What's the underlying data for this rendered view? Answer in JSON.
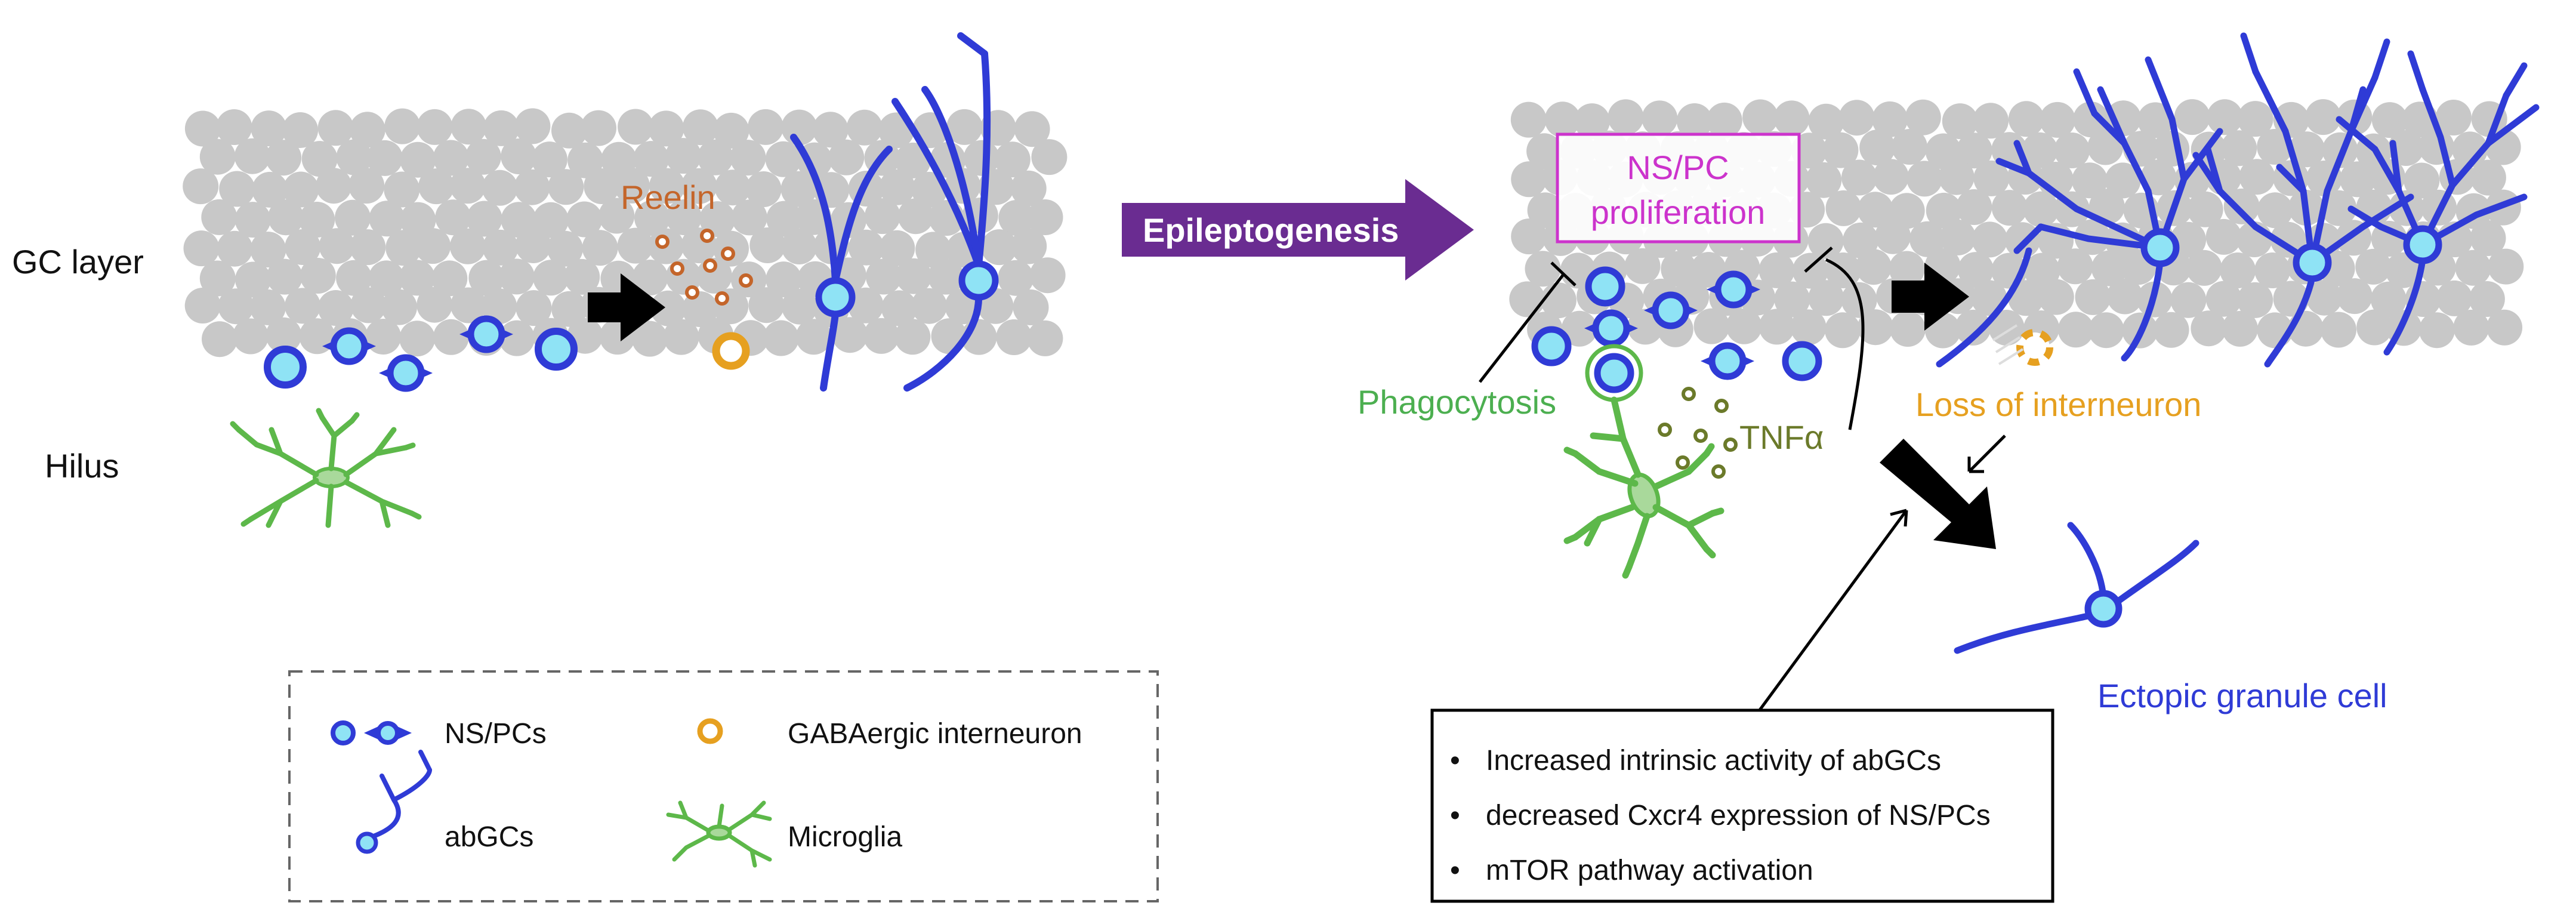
{
  "labels": {
    "gc_layer": "GC layer",
    "hilus": "Hilus",
    "reelin": "Reelin",
    "epileptogenesis": "Epileptogenesis",
    "nspc_line1": "NS/PC",
    "nspc_line2": "proliferation",
    "phagocytosis": "Phagocytosis",
    "tnfa": "TNFα",
    "loss_interneuron": "Loss of interneuron",
    "ectopic": "Ectopic granule cell"
  },
  "legend": {
    "nspcs": "NS/PCs",
    "gaba": "GABAergic interneuron",
    "abgcs": "abGCs",
    "microglia": "Microglia"
  },
  "info_box": {
    "items": [
      "Increased intrinsic activity of abGCs",
      "decreased Cxcr4 expression of NS/PCs",
      "mTOR pathway activation"
    ]
  },
  "colors": {
    "neuron_blue": "#2f3bd6",
    "cell_fill": "#8fe3f5",
    "gc_gray": "#c8c8c8",
    "microglia_green": "#5db84a",
    "reelin_brown": "#c4652a",
    "interneuron_orange": "#e6a020",
    "epileptogenesis_purple": "#6a2c91",
    "nspc_magenta": "#cc33cc",
    "tnf_olive": "#6b7a2a",
    "phago_green": "#4caf50",
    "ectopic_blue": "#2f3bd6"
  }
}
